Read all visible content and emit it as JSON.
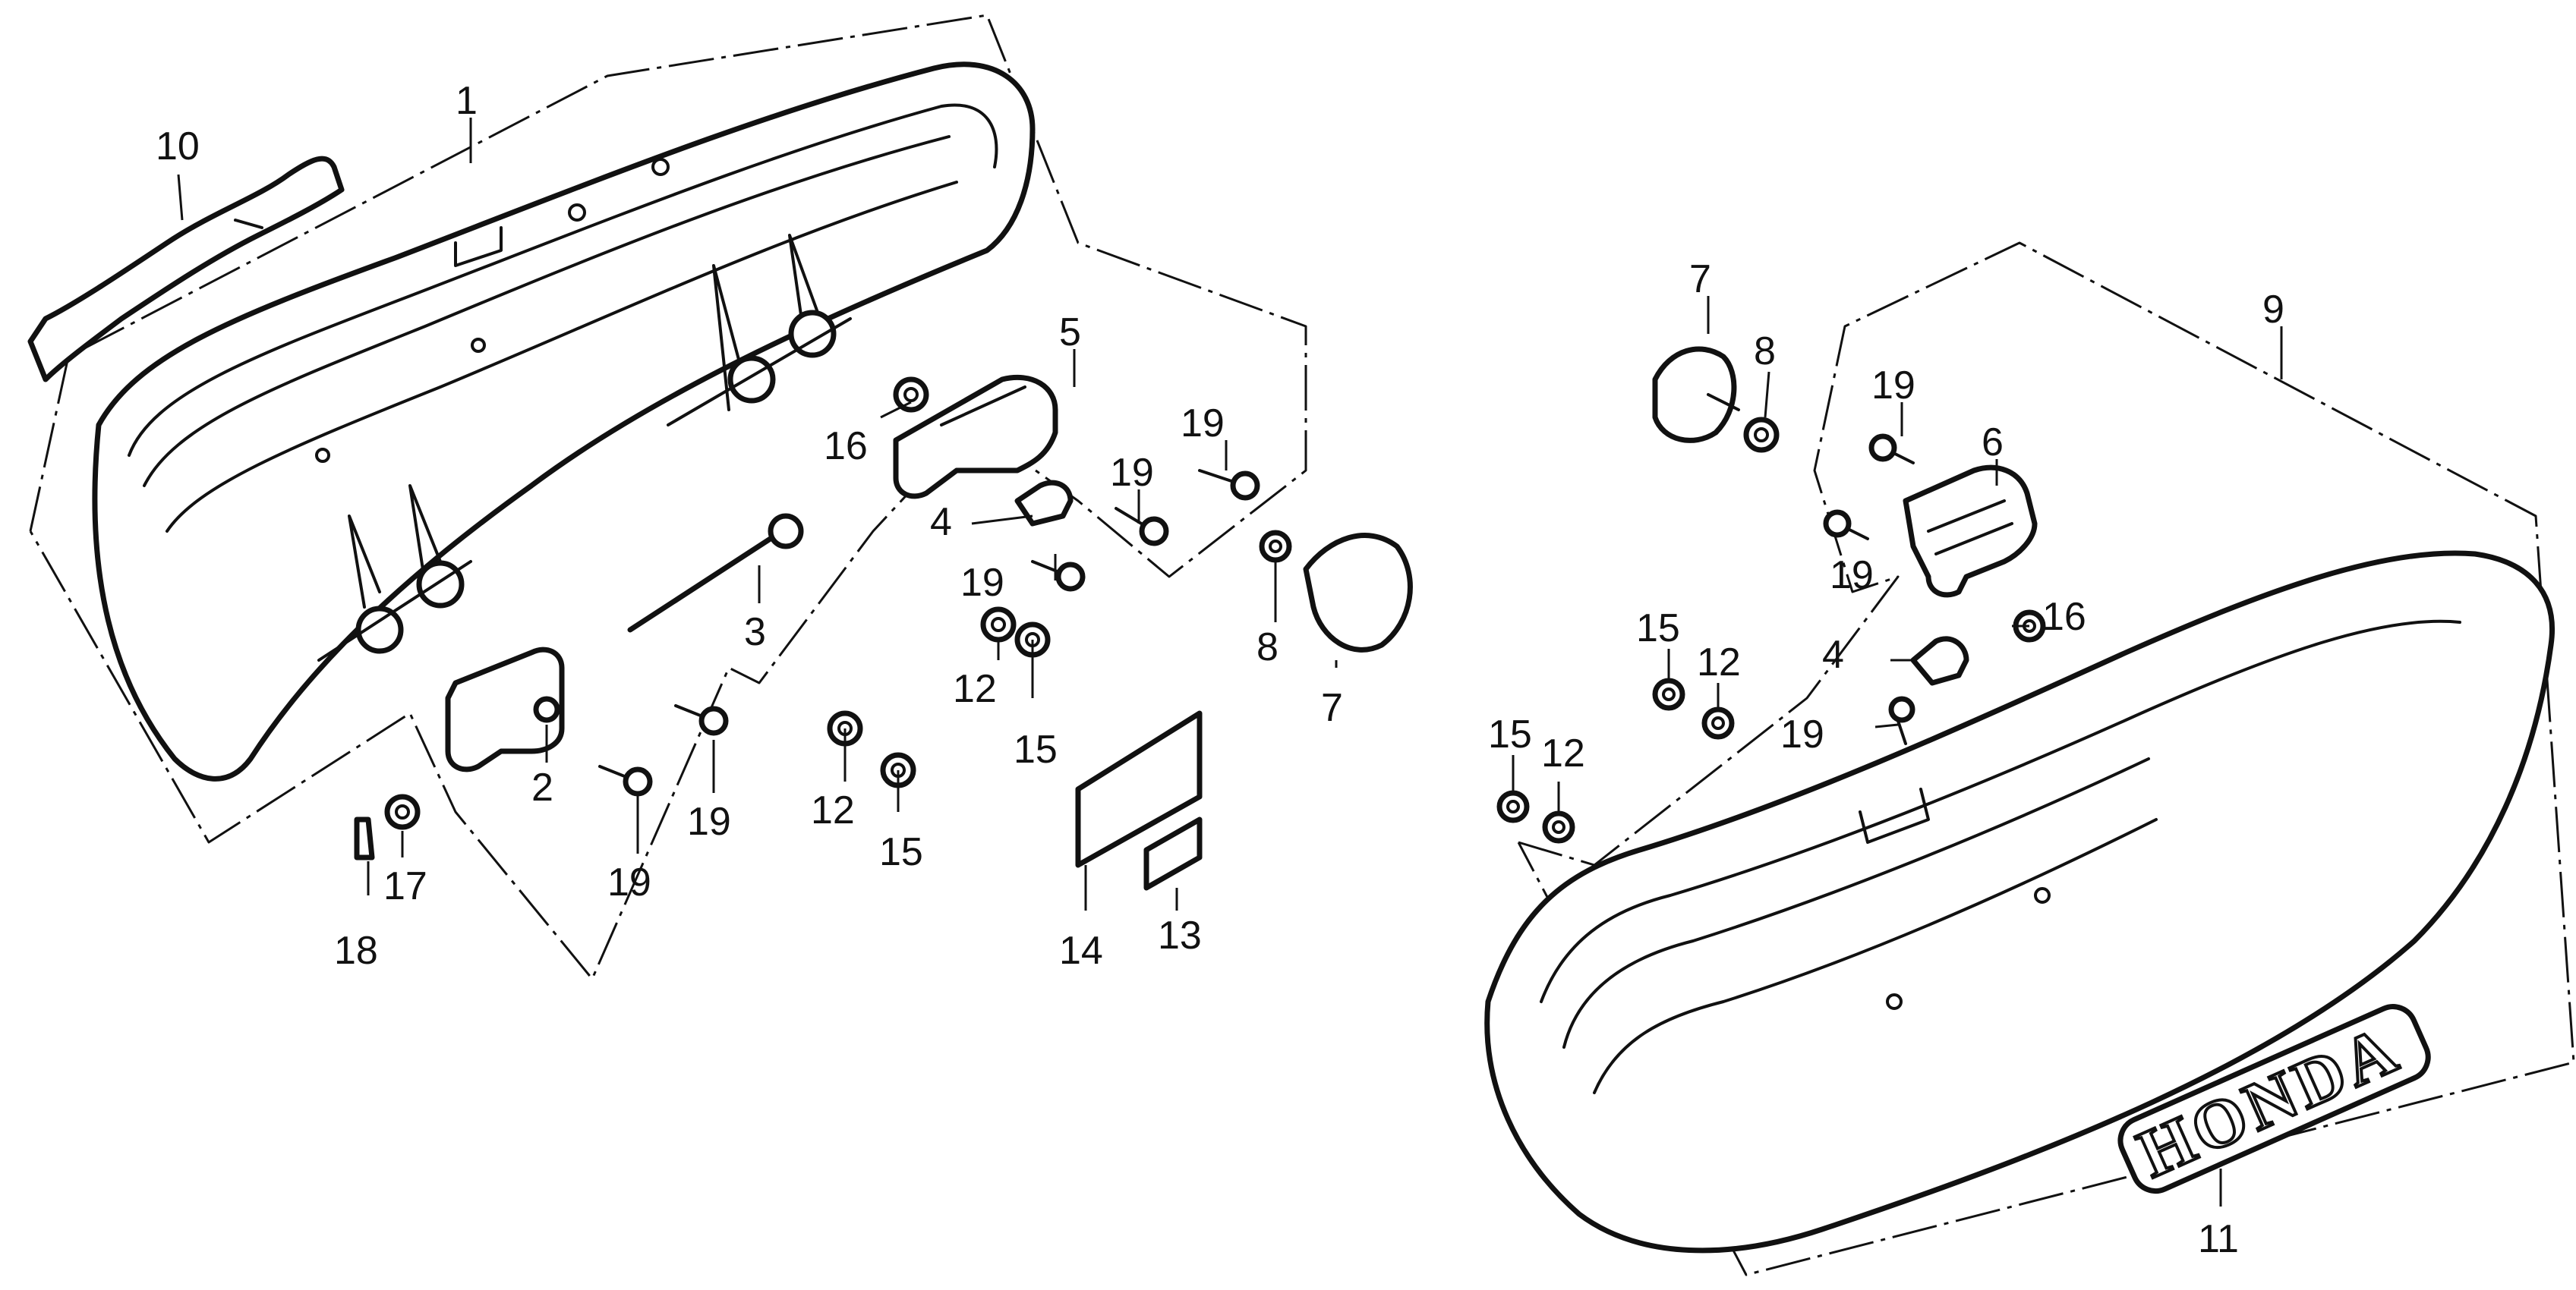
{
  "callouts": {
    "c1": "1",
    "c2": "2",
    "c3": "3",
    "c4a": "4",
    "c4b": "4",
    "c5": "5",
    "c6": "6",
    "c7a": "7",
    "c7b": "7",
    "c8a": "8",
    "c8b": "8",
    "c9": "9",
    "c10": "10",
    "c11": "11",
    "c12a": "12",
    "c12b": "12",
    "c12c": "12",
    "c12d": "12",
    "c13": "13",
    "c14": "14",
    "c15a": "15",
    "c15b": "15",
    "c15c": "15",
    "c15d": "15",
    "c16a": "16",
    "c16b": "16",
    "c17": "17",
    "c18": "18",
    "c19a": "19",
    "c19b": "19",
    "c19c": "19",
    "c19d": "19",
    "c19e": "19",
    "c19f": "19",
    "c19g": "19",
    "c19h": "19"
  },
  "emblem": {
    "text": "HONDA"
  }
}
